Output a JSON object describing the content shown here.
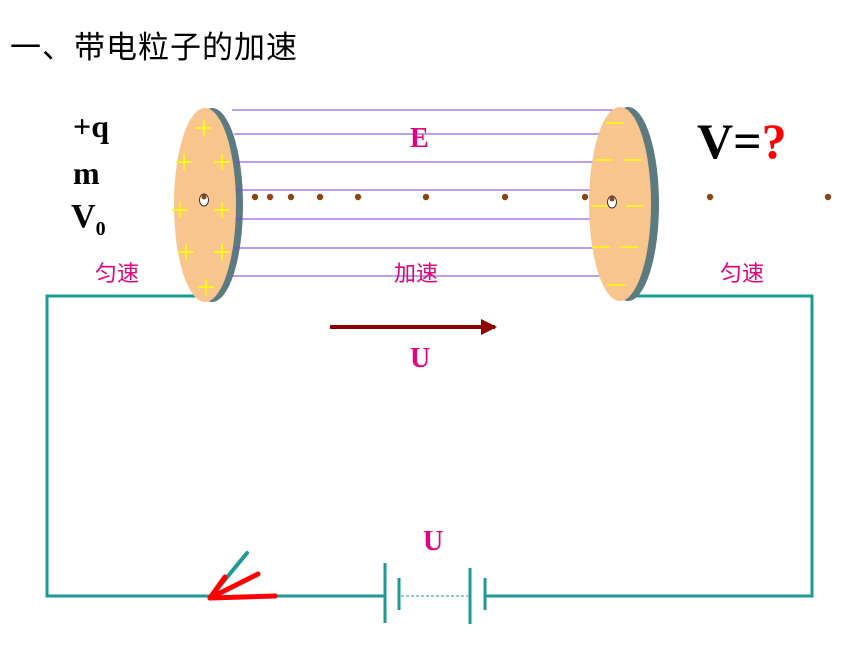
{
  "title": "一、带电粒子的加速",
  "particle": {
    "charge": "+q",
    "mass": "m",
    "velocity_base": "V",
    "velocity_sub": "0"
  },
  "field_label": "E",
  "result": {
    "prefix": "V=",
    "unknown": "?"
  },
  "regions": {
    "left": "匀速",
    "middle": "加速",
    "right": "匀速"
  },
  "voltage_label": "U",
  "battery_label": "U",
  "colors": {
    "plate": "#f8c58e",
    "plate_edge": "#5b7b80",
    "field_line": "#7b3fe0",
    "particle": "#8b4513",
    "wire": "#1e9a94",
    "arrow": "#8b0000",
    "label_pink": "#e6007e",
    "question_red": "#ff0000",
    "switch_red": "#ff0000",
    "switch_teal": "#1e9a94",
    "plus_sign": "#ffff00"
  }
}
